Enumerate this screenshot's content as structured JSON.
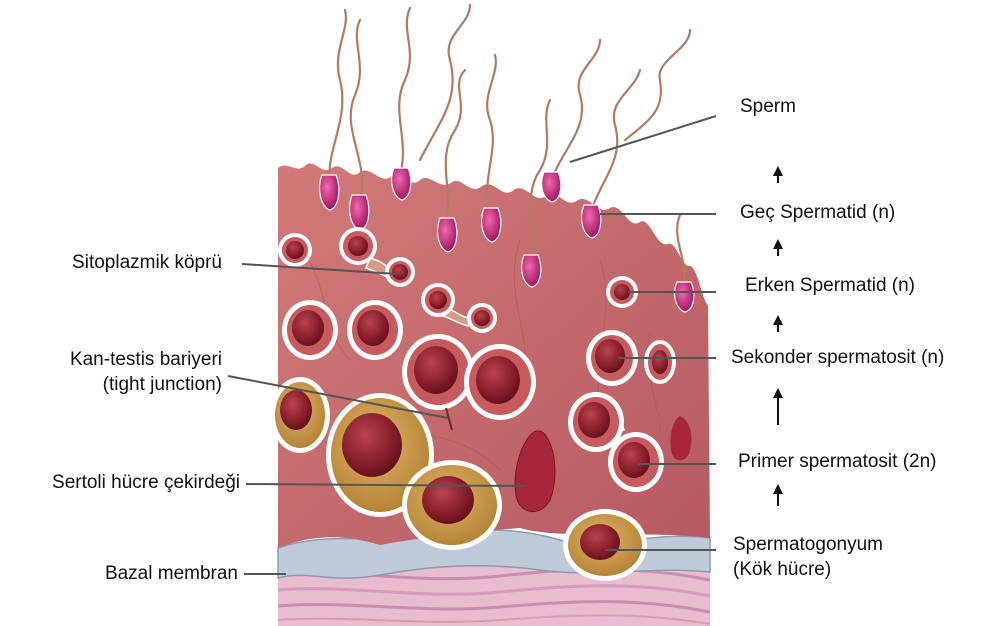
{
  "colors": {
    "tissue": "#c96a6c",
    "tissue_dark": "#a8474d",
    "nucleus": "#8a1f2c",
    "cytoplasm": "#c79a4a",
    "membrane_blue": "#b7c3d6",
    "connective": "#e8b9cc",
    "sperm_head": "#c2186d",
    "leader_line": "#555555"
  },
  "labels_left": {
    "cytoplasmic_bridge": "Sitoplazmik köprü",
    "blood_testis_barrier_1": "Kan-testis bariyeri",
    "blood_testis_barrier_2": "(tight junction)",
    "sertoli_nucleus": "Sertoli hücre çekirdeği",
    "basal_membrane": "Bazal membran"
  },
  "labels_right": {
    "sperm": "Sperm",
    "late_spermatid": "Geç Spermatid (n)",
    "early_spermatid": "Erken Spermatid (n)",
    "secondary_spermatocyte": "Sekonder spermatosit (n)",
    "primary_spermatocyte": "Primer spermatosit (2n)",
    "spermatogonium_1": "Spermatogonyum",
    "spermatogonium_2": "(Kök hücre)"
  },
  "icons": {
    "progression_arrow": "up-arrow-icon"
  }
}
